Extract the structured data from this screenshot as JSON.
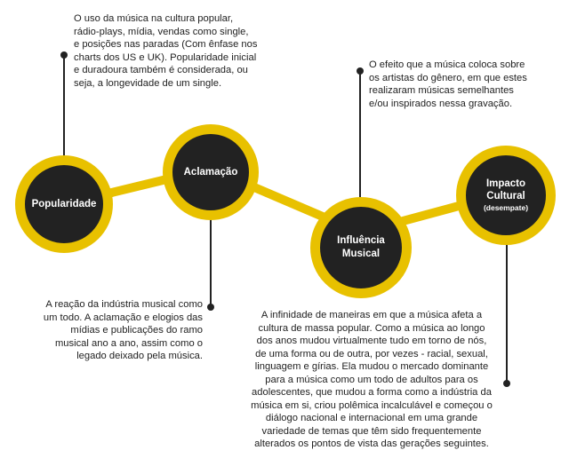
{
  "colors": {
    "accent": "#e8c100",
    "node_fill": "#222222",
    "line": "#222222"
  },
  "nodes": {
    "popularidade": {
      "label": "Popularidade"
    },
    "aclamacao": {
      "label": "Aclamação"
    },
    "influencia": {
      "label": "Influência\nMusical"
    },
    "impacto": {
      "label": "Impacto\nCultural",
      "sub": "(desempate)"
    }
  },
  "descriptions": {
    "popularidade": "O uso da música na cultura popular,\nrádio-plays, mídia, vendas como single,\ne posições nas paradas (Com ênfase nos\ncharts dos US e UK). Popularidade inicial\ne duradoura também é considerada, ou\nseja, a longevidade de um single.",
    "aclamacao": "A reação da indústria musical como\num todo. A aclamação e elogios das\nmídias e publicações do ramo\nmusical ano a ano, assim como o\nlegado deixado pela música.",
    "influencia": "O efeito que a música coloca sobre\nos artistas do gênero, em que estes\nrealizaram músicas semelhantes\ne/ou inspirados nessa gravação.",
    "impacto": "A infinidade de maneiras em que a música afeta a\ncultura de massa popular. Como a música ao longo\ndos anos mudou virtualmente tudo em torno de nós,\nde uma forma ou de outra, por vezes - racial, sexual,\nlinguagem e gírias. Ela mudou o mercado dominante\npara a música como um todo de adultos para os\nadolescentes, que mudou a forma como a indústria da\nmúsica em si, criou polêmica incalculável e começou o\ndiálogo nacional e internacional em uma grande\nvariedade de temas que têm sido frequentemente\nalterados os pontos de vista das gerações seguintes."
  }
}
